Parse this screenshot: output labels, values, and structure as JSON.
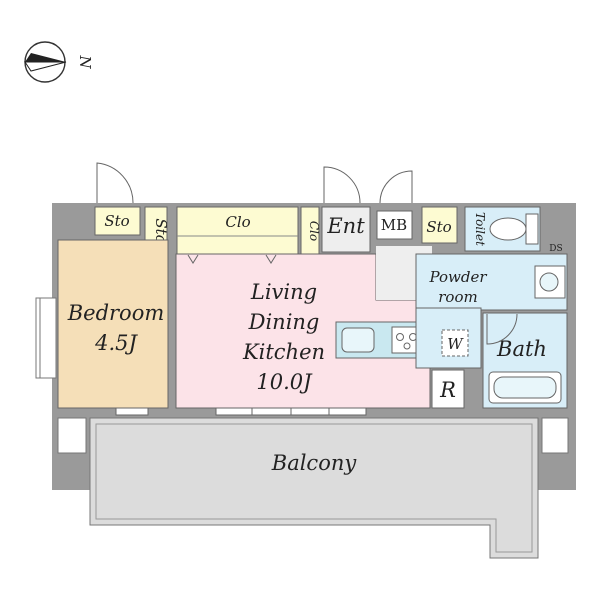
{
  "compass": {
    "direction": "N"
  },
  "rooms": {
    "bedroom": {
      "name": "Bedroom",
      "size": "4.5J"
    },
    "ldk": {
      "line1": "Living",
      "line2": "Dining",
      "line3": "Kitchen",
      "size": "10.0J"
    },
    "balcony": {
      "name": "Balcony"
    },
    "bath": {
      "name": "Bath"
    },
    "powder": {
      "line1": "Powder",
      "line2": "room"
    },
    "toilet": {
      "name": "Toilet"
    }
  },
  "storage": {
    "sto_top_left": "Sto",
    "sto_vertical": "Sto",
    "clo_wide": "Clo",
    "clo_small": "Clo",
    "sto_right": "Sto"
  },
  "fixtures": {
    "entrance": "Ent",
    "meter_box": "MB",
    "washer": "W",
    "refrigerator": "R",
    "duct_space": "DS"
  },
  "colors": {
    "wall": "#9a9a9a",
    "bedroom": "#f5dfb8",
    "ldk": "#fce3e8",
    "wet_area": "#d8eef8",
    "storage": "#fdfbd2",
    "balcony": "#dcdcdc",
    "hall": "#eeeeee",
    "kitchen_counter": "#c9e8f0"
  }
}
